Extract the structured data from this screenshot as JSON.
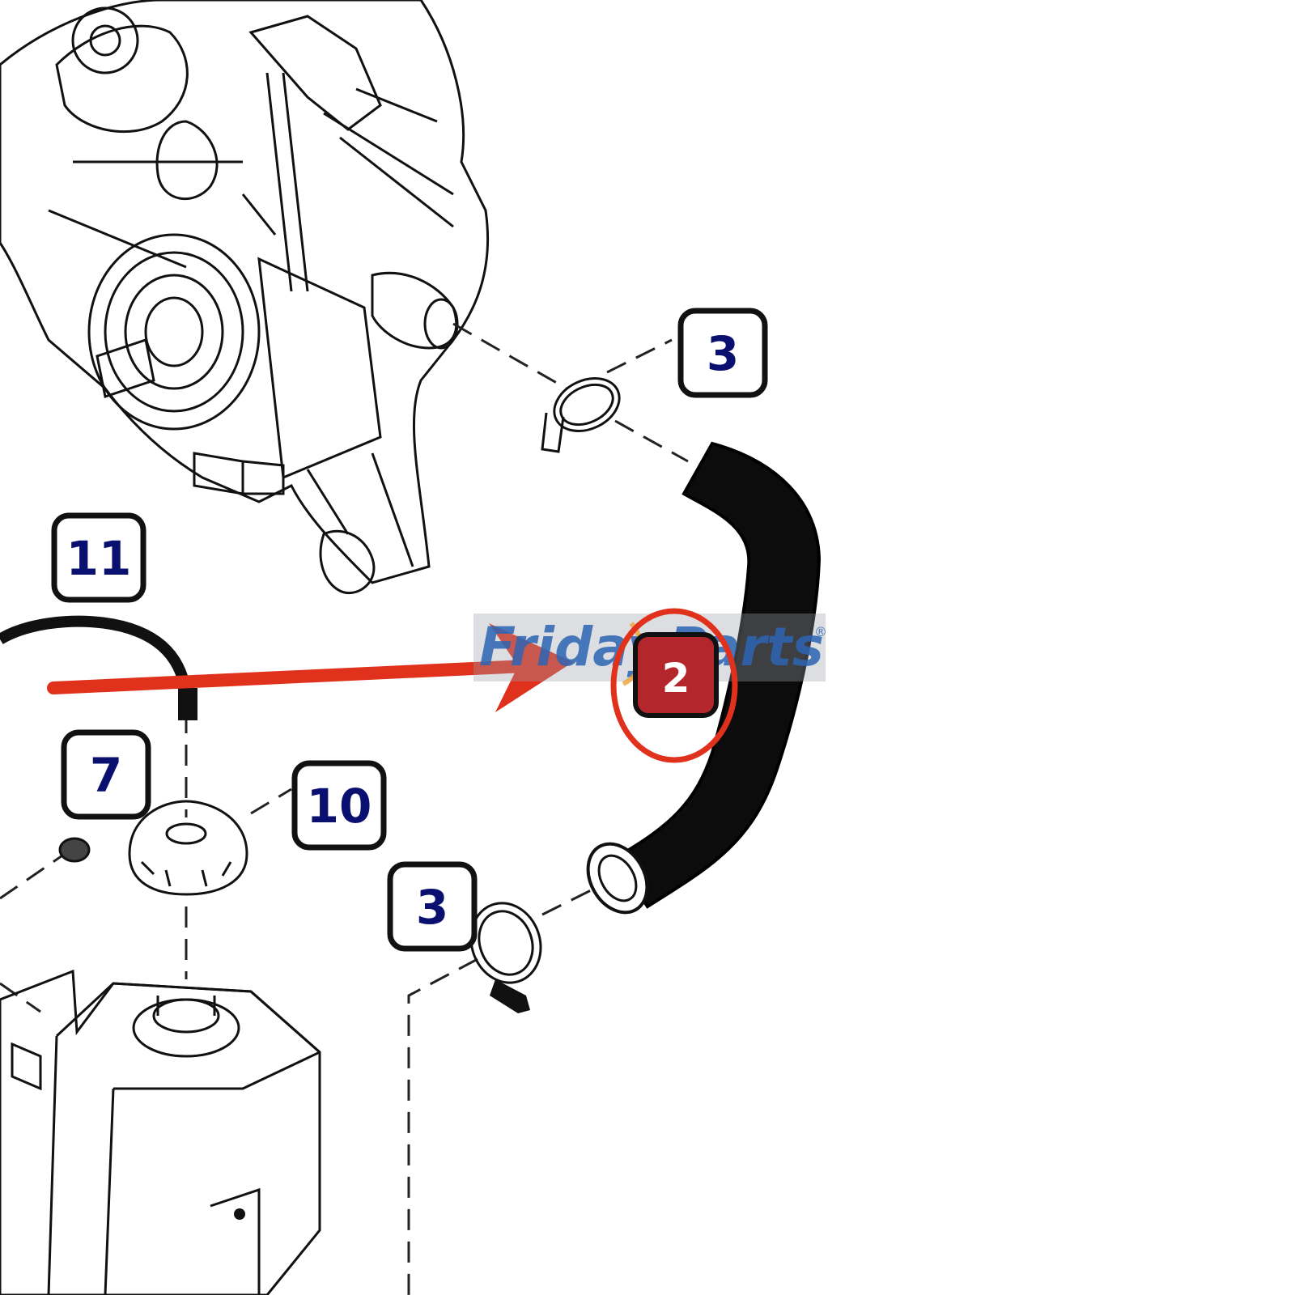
{
  "callouts": [
    {
      "id": "callout-3-top",
      "label": "3"
    },
    {
      "id": "callout-11",
      "label": "11"
    },
    {
      "id": "callout-7",
      "label": "7"
    },
    {
      "id": "callout-10",
      "label": "10"
    },
    {
      "id": "callout-3-bottom",
      "label": "3"
    },
    {
      "id": "callout-2-highlighted",
      "label": "2"
    }
  ],
  "watermark": {
    "word1": "Friday",
    "word2": "Parts",
    "registered": "®"
  },
  "colors": {
    "highlight_red": "#e0311c",
    "callout_text": "#0a1070",
    "highlight_badge": "#b3262b",
    "watermark_blue": "#2d64b4",
    "watermark_orange": "#f0a23a"
  }
}
